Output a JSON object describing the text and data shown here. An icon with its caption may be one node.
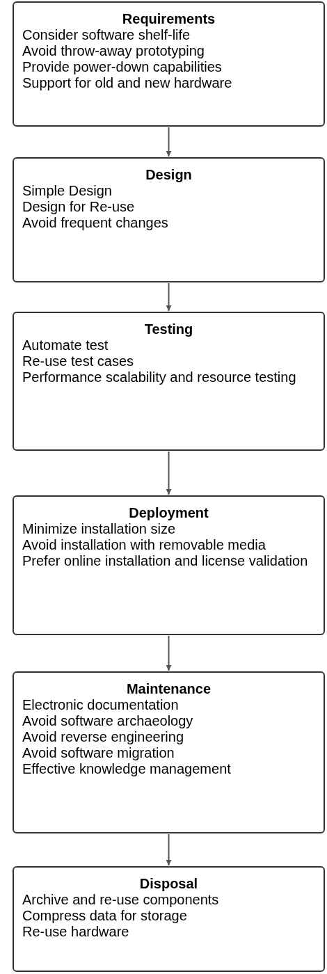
{
  "diagram": {
    "nodes": [
      {
        "text": [
          "Requirements",
          "Consider software shelf-life",
          "Avoid throw-away prototyping",
          "Provide power-down capabilities",
          "Support for old and new hardware"
        ]
      },
      {
        "text": [
          "Design",
          "Simple Design",
          "Design for Re-use",
          "Avoid frequent changes"
        ]
      },
      {
        "text": [
          "Testing",
          "Automate test",
          "Re-use test cases",
          "Performance scalability and resource testing"
        ]
      },
      {
        "text": [
          "Deployment",
          "Minimize installation size",
          "Avoid installation with removable media",
          "Prefer online installation and license validation"
        ]
      },
      {
        "text": [
          "Maintenance",
          "Electronic documentation",
          "Avoid software archaeology",
          "Avoid reverse engineering",
          "Avoid software migration",
          "Effective knowledge management"
        ]
      },
      {
        "text": [
          "Disposal",
          "Archive and re-use components",
          "Compress data for storage",
          "Re-use hardware"
        ]
      }
    ],
    "edges": [
      {
        "from": 0,
        "to": 1,
        "arrow": "to"
      },
      {
        "from": 1,
        "to": 2,
        "arrow": "to"
      },
      {
        "from": 2,
        "to": 3,
        "arrow": "to"
      },
      {
        "from": 3,
        "to": 4,
        "arrow": "to"
      },
      {
        "from": 4,
        "to": 5,
        "arrow": "to"
      }
    ]
  }
}
